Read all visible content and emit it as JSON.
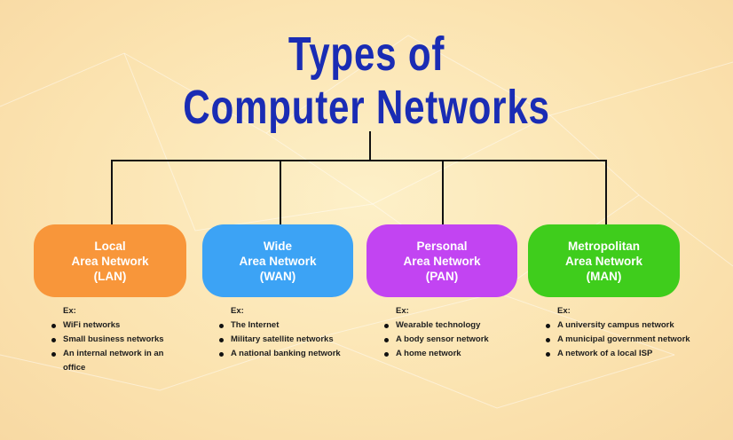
{
  "title": {
    "line1": "Types of",
    "line2": "Computer Networks"
  },
  "colors": {
    "title": "#1a2cb4",
    "lan": "#f8963a",
    "wan": "#3ca3f5",
    "pan": "#c244f2",
    "man": "#3fcd1c"
  },
  "ex_label": "Ex:",
  "networks": [
    {
      "line1": "Local",
      "line2": "Area Network",
      "abbr": "(LAN)",
      "examples": [
        "WiFi networks",
        "Small business networks",
        "An internal network in an office"
      ]
    },
    {
      "line1": "Wide",
      "line2": "Area Network",
      "abbr": "(WAN)",
      "examples": [
        "The Internet",
        "Military satellite networks",
        "A national banking network"
      ]
    },
    {
      "line1": "Personal",
      "line2": "Area Network",
      "abbr": "(PAN)",
      "examples": [
        "Wearable technology",
        "A body sensor network",
        "A home network"
      ]
    },
    {
      "line1": "Metropolitan",
      "line2": "Area Network",
      "abbr": "(MAN)",
      "examples": [
        "A university campus network",
        "A municipal government network",
        "A network of a local ISP"
      ]
    }
  ]
}
